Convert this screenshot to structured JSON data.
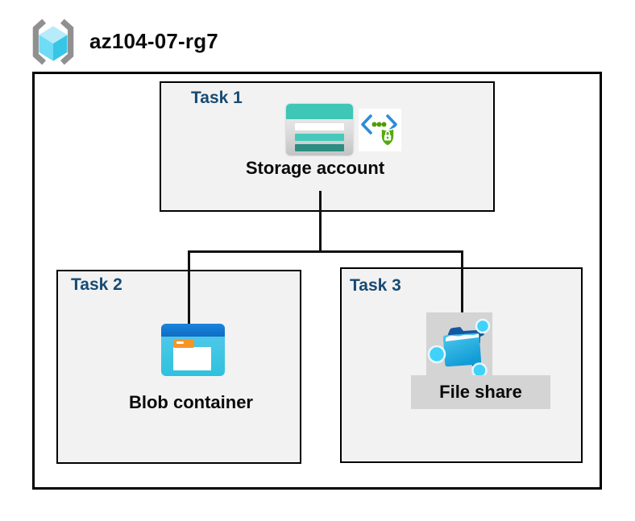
{
  "header": {
    "resource_group": "az104-07-rg7"
  },
  "tasks": [
    {
      "label": "Task 1",
      "resource": "Storage account"
    },
    {
      "label": "Task 2",
      "resource": "Blob container"
    },
    {
      "label": "Task 3",
      "resource": "File share"
    }
  ],
  "connections": [
    {
      "from": "Storage account",
      "to": "Blob container"
    },
    {
      "from": "Storage account",
      "to": "File share"
    }
  ],
  "icons": {
    "header": "resource-group-icon",
    "task1": [
      "storage-account-icon",
      "secure-endpoint-icon"
    ],
    "task2": [
      "blob-container-icon"
    ],
    "task3": [
      "file-share-icon"
    ]
  },
  "colors": {
    "task_label": "#174a73",
    "box_fill": "#f2f2f2",
    "line": "#111111",
    "storage_teal": "#3ec6b6",
    "storage_teal_dark": "#2c8d83",
    "secure_blue": "#2e8bd9",
    "shield_green": "#57a80c",
    "blob_header_blue": "#1174cb",
    "blob_body_cyan": "#2ec2de",
    "blob_tab_orange": "#f79428",
    "file_share_node_cyan": "#3fd2fa",
    "file_share_flap_navy": "#1458a3",
    "gray_highlight": "#d4d4d4"
  }
}
